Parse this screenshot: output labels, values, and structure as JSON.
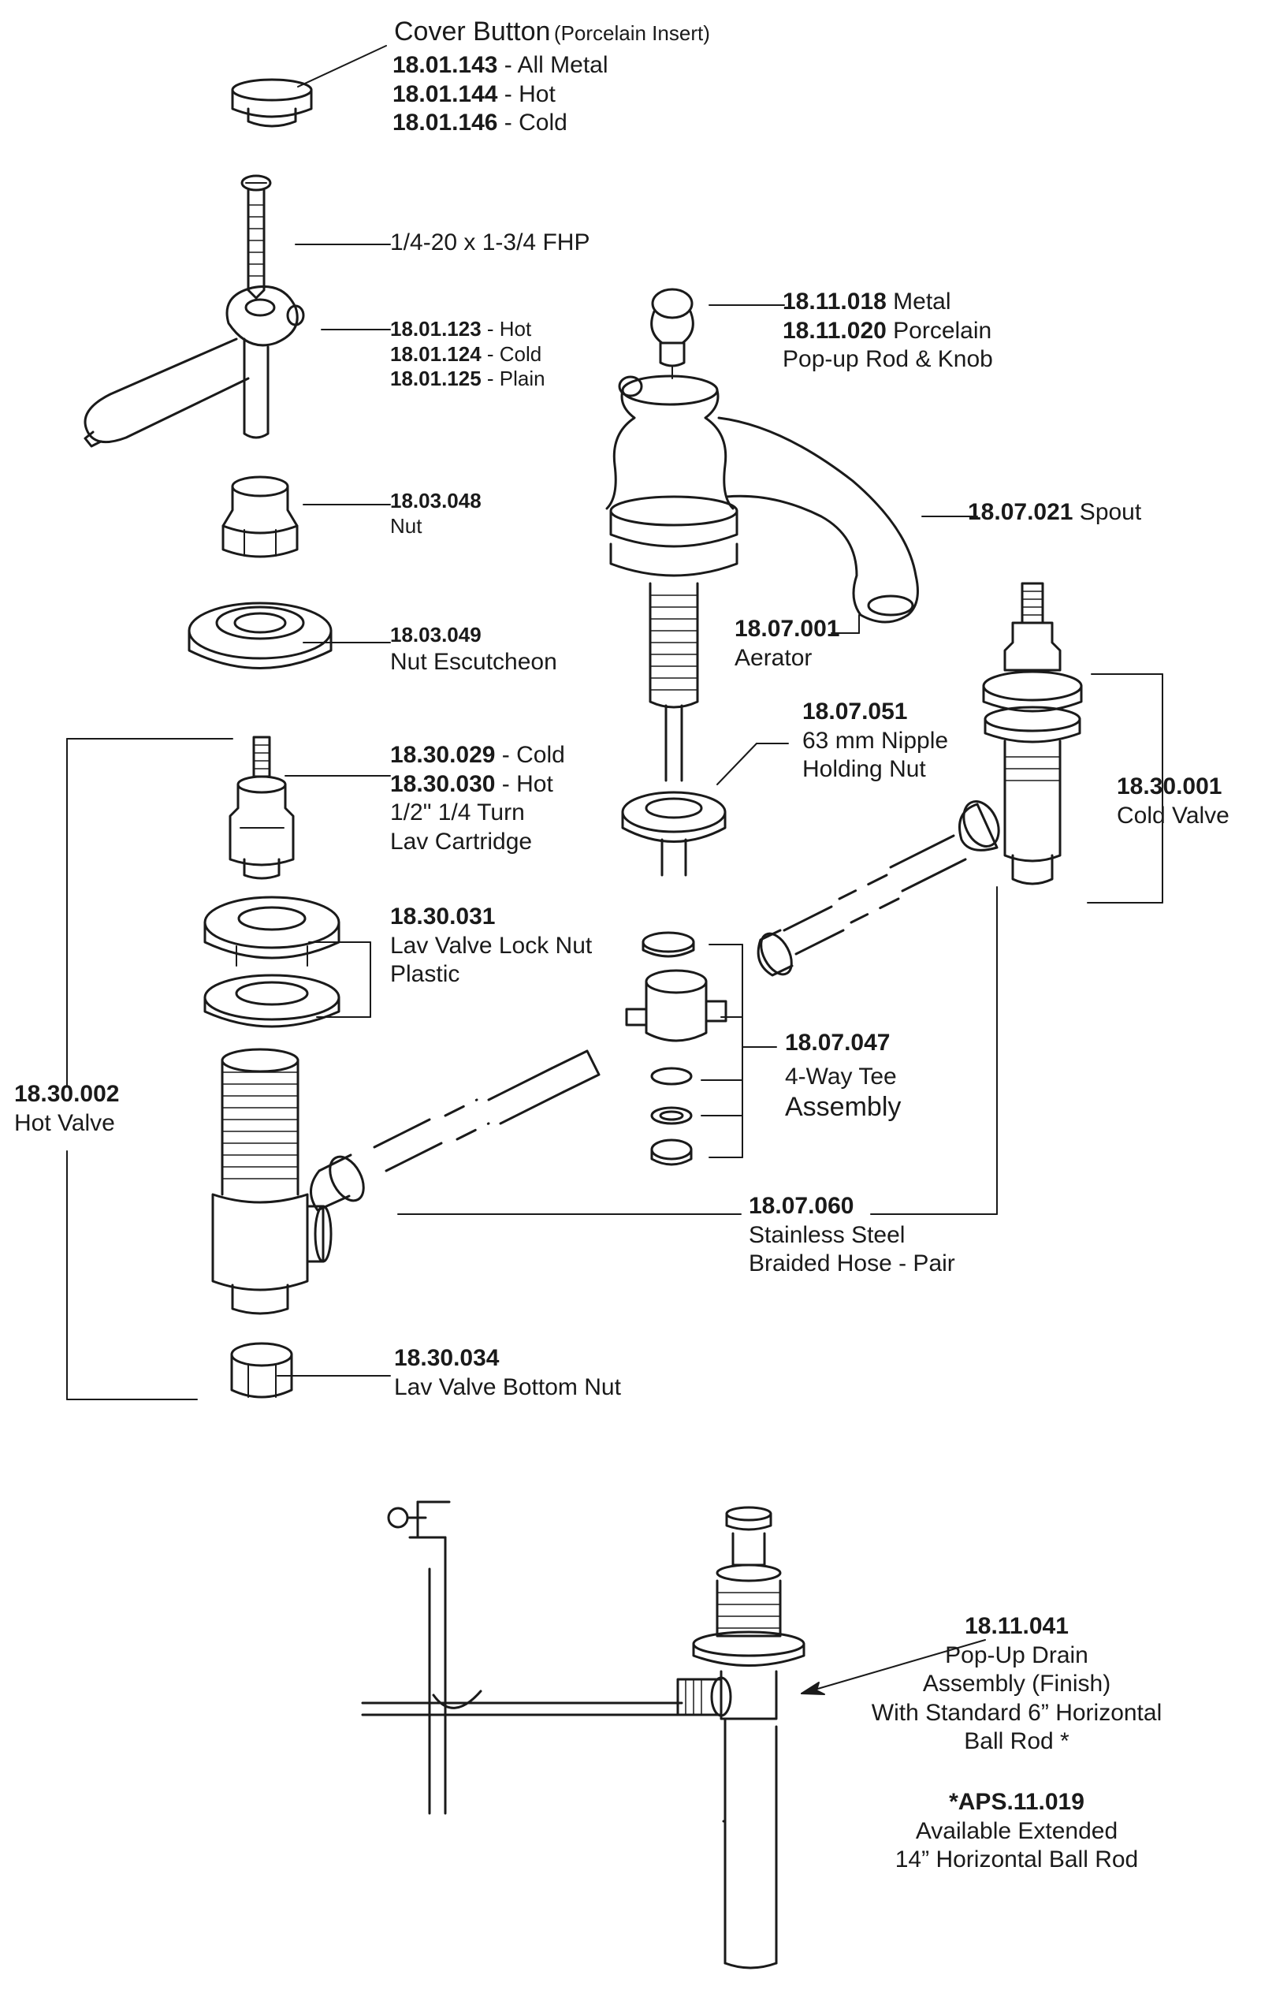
{
  "labels": {
    "cover_button": {
      "title": "Cover Button",
      "note": "(Porcelain Insert)",
      "items": [
        {
          "code": "18.01.143",
          "text": " - All Metal"
        },
        {
          "code": "18.01.144",
          "text": " - Hot"
        },
        {
          "code": "18.01.146",
          "text": " - Cold"
        }
      ]
    },
    "screw": "1/4-20 x 1-3/4 FHP",
    "handle": [
      {
        "code": "18.01.123",
        "text": " - Hot"
      },
      {
        "code": "18.01.124",
        "text": " - Cold"
      },
      {
        "code": "18.01.125",
        "text": " - Plain"
      }
    ],
    "nut": {
      "code": "18.03.048",
      "text": "Nut"
    },
    "escutcheon": {
      "code": "18.03.049",
      "text": "Nut Escutcheon"
    },
    "popup_rod": [
      {
        "code": "18.11.018",
        "text": " Metal"
      },
      {
        "code": "18.11.020",
        "text": " Porcelain"
      },
      "Pop-up Rod & Knob"
    ],
    "spout": {
      "code": "18.07.021",
      "text": " Spout"
    },
    "aerator": {
      "code": "18.07.001",
      "text": "Aerator"
    },
    "holding_nut": {
      "code": "18.07.051",
      "line1": "63 mm Nipple",
      "line2": "Holding Nut"
    },
    "cold_valve": {
      "code": "18.30.001",
      "text": "Cold Valve"
    },
    "cartridge": [
      {
        "code": "18.30.029",
        "text": " - Cold"
      },
      {
        "code": "18.30.030",
        "text": " - Hot"
      },
      "1/2\" 1/4 Turn",
      "Lav Cartridge"
    ],
    "lock_nut": {
      "code": "18.30.031",
      "line1": "Lav Valve Lock Nut",
      "line2": "Plastic"
    },
    "hot_valve": {
      "code": "18.30.002",
      "text": "Hot Valve"
    },
    "tee": {
      "code": "18.07.047",
      "line1": "4-Way Tee",
      "line2": "Assembly"
    },
    "hose": {
      "code": "18.07.060",
      "line1": "Stainless Steel",
      "line2": "Braided Hose - Pair"
    },
    "bottom_nut": {
      "code": "18.30.034",
      "text": "Lav Valve Bottom Nut"
    },
    "popup_drain": {
      "code": "18.11.041",
      "line1": "Pop-Up Drain",
      "line2": "Assembly (Finish)",
      "line3": "With Standard 6” Horizontal",
      "line4": "Ball Rod *"
    },
    "extended": {
      "code": "*APS.11.019",
      "line1": "Available Extended",
      "line2": "14” Horizontal Ball Rod"
    }
  }
}
